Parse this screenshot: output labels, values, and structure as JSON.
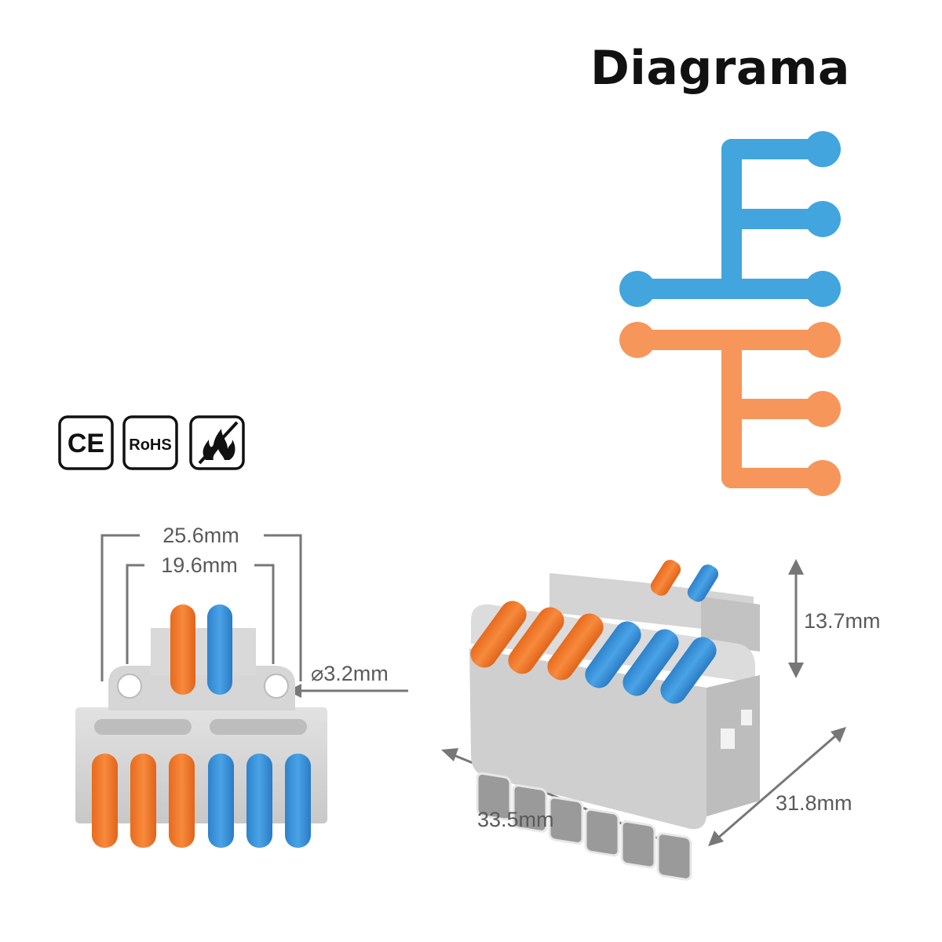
{
  "title": "Diagrama",
  "colors": {
    "blue": "#42a5dd",
    "orange": "#f6965b",
    "lever_orange": "#f47c30",
    "lever_blue": "#3a92d6",
    "housing": "#d8d8d8",
    "dimension_line": "#777777"
  },
  "certifications": {
    "ce": "CE",
    "rohs": "RoHS",
    "flame": "flame-retardant-icon"
  },
  "dimensions": {
    "outer_width": "25.6mm",
    "hole_spacing": "19.6mm",
    "hole_diameter": "⌀3.2mm",
    "height": "13.7mm",
    "length": "33.5mm",
    "depth": "31.8mm"
  }
}
